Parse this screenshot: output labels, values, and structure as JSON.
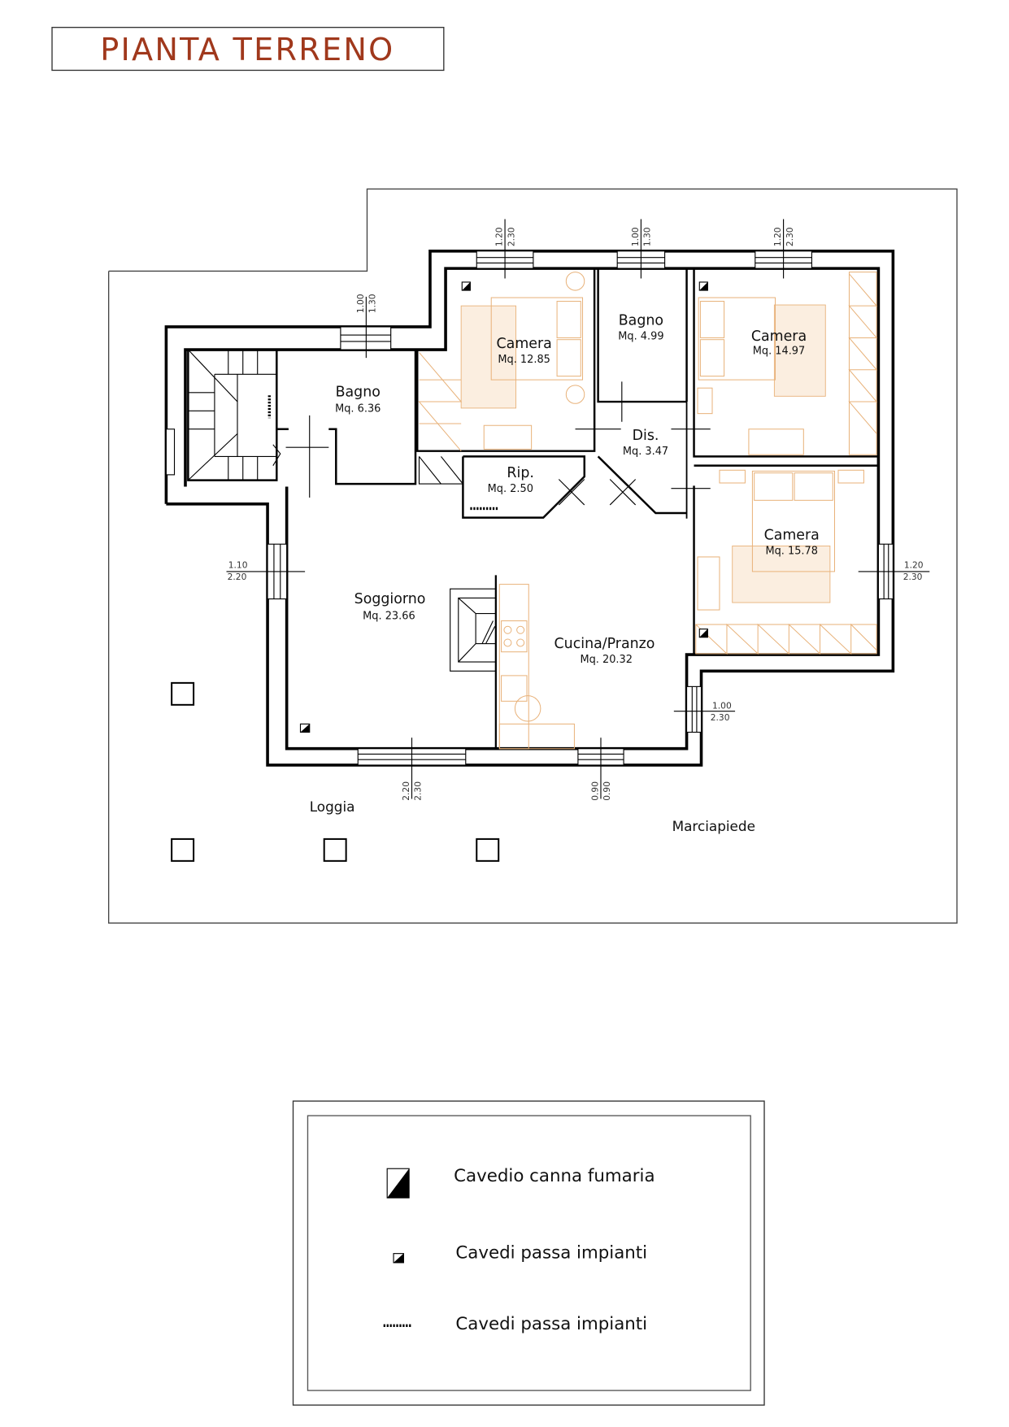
{
  "title": "PIANTA  TERRENO",
  "colors": {
    "title": "#a0381c",
    "walls": "#000000",
    "furniture": "#e8b27a"
  },
  "rooms": [
    {
      "id": "bagno-1",
      "name": "Bagno",
      "area": "Mq. 6.36"
    },
    {
      "id": "camera-1",
      "name": "Camera",
      "area": "Mq. 12.85"
    },
    {
      "id": "bagno-2",
      "name": "Bagno",
      "area": "Mq. 4.99"
    },
    {
      "id": "camera-2",
      "name": "Camera",
      "area": "Mq. 14.97"
    },
    {
      "id": "dis",
      "name": "Dis.",
      "area": "Mq. 3.47"
    },
    {
      "id": "rip",
      "name": "Rip.",
      "area": "Mq. 2.50"
    },
    {
      "id": "camera-3",
      "name": "Camera",
      "area": "Mq. 15.78"
    },
    {
      "id": "soggiorno",
      "name": "Soggiorno",
      "area": "Mq. 23.66"
    },
    {
      "id": "cucina",
      "name": "Cucina/Pranzo",
      "area": "Mq. 20.32"
    }
  ],
  "outside_labels": {
    "loggia": "Loggia",
    "marciapiede": "Marciapiede"
  },
  "window_dims": [
    {
      "id": "w-bagno-1",
      "a": "1.00",
      "b": "1.30"
    },
    {
      "id": "w-camera-1",
      "a": "1.20",
      "b": "2.30"
    },
    {
      "id": "w-bagno-2",
      "a": "1.00",
      "b": "1.30"
    },
    {
      "id": "w-camera-2",
      "a": "1.20",
      "b": "2.30"
    },
    {
      "id": "w-soggiorno-west",
      "a": "1.10",
      "b": "2.20"
    },
    {
      "id": "w-camera-3-east",
      "a": "1.20",
      "b": "2.30"
    },
    {
      "id": "w-cucina-east",
      "a": "1.00",
      "b": "2.30"
    },
    {
      "id": "w-soggiorno-south",
      "a": "2.20",
      "b": "2.30"
    },
    {
      "id": "w-cucina-south",
      "a": "0.90",
      "b": "0.90"
    }
  ],
  "legend": {
    "items": [
      {
        "icon": "chimney-shaft-icon",
        "label": "Cavedio canna fumaria"
      },
      {
        "icon": "service-shaft-icon",
        "label": "Cavedi passa impianti"
      },
      {
        "icon": "service-duct-row-icon",
        "label": "Cavedi passa impianti"
      }
    ]
  }
}
